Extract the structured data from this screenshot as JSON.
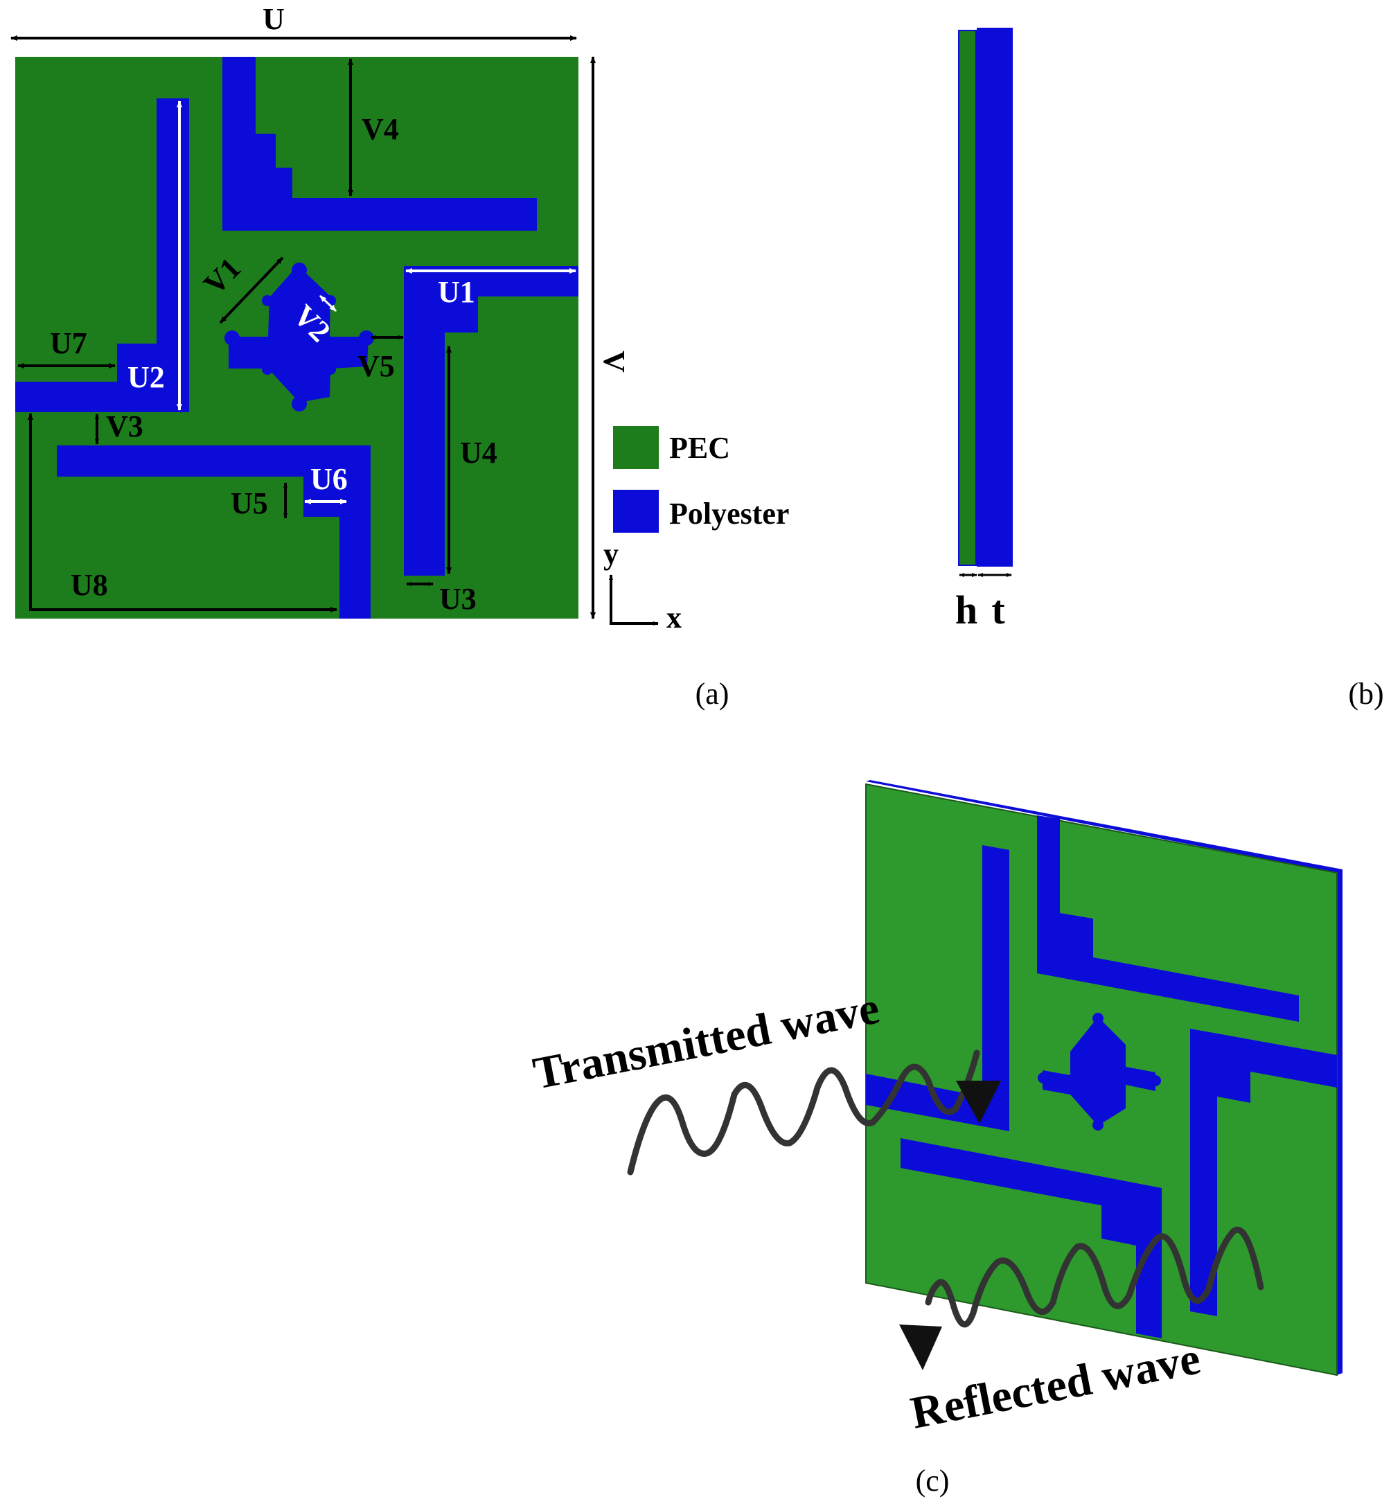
{
  "colors": {
    "pec": "#1d7d1d",
    "pec_3d": "#2e9a2e",
    "polyester": "#0c0cd8",
    "arrow_black": "#000000",
    "arrow_white": "#ffffff",
    "wave": "#333333"
  },
  "panel_a": {
    "caption": "(a)",
    "dims": {
      "U": "U",
      "V": "V",
      "U1": "U1",
      "U2": "U2",
      "U3": "U3",
      "U4": "U4",
      "U5": "U5",
      "U6": "U6",
      "U7": "U7",
      "U8": "U8",
      "V1": "V1",
      "V2": "V2",
      "V3": "V3",
      "V4": "V4",
      "V5": "V5"
    },
    "legend": [
      {
        "label": "PEC",
        "color": "#1d7d1d"
      },
      {
        "label": "Polyester",
        "color": "#0c0cd8"
      }
    ],
    "axes": {
      "x": "x",
      "y": "y"
    }
  },
  "panel_b": {
    "caption": "(b)",
    "dims": {
      "h": "h",
      "t": "t"
    }
  },
  "panel_c": {
    "caption": "(c)",
    "transmitted_label": "Transmitted wave",
    "reflected_label": "Reflected wave"
  }
}
